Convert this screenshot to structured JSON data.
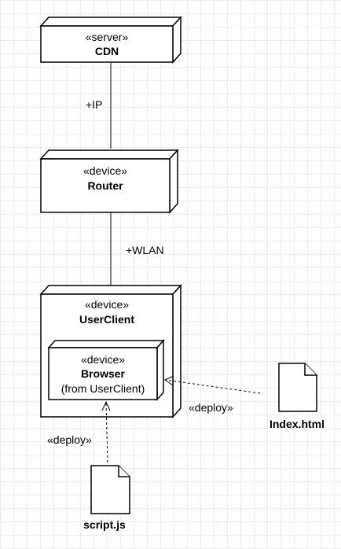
{
  "nodes": {
    "cdn": {
      "stereotype": "«server»",
      "name": "CDN"
    },
    "router": {
      "stereotype": "«device»",
      "name": "Router"
    },
    "userclient": {
      "stereotype": "«device»",
      "name": "UserClient"
    },
    "browser": {
      "stereotype": "«device»",
      "name": "Browser",
      "subtitle": "(from UserClient)"
    }
  },
  "artifacts": {
    "index": {
      "name": "Index.html"
    },
    "script": {
      "name": "script.js"
    }
  },
  "connectors": {
    "cdn_router": {
      "label": "+IP"
    },
    "router_userclient": {
      "label": "+WLAN"
    },
    "index_browser": {
      "label": "«deploy»"
    },
    "script_browser": {
      "label": "«deploy»"
    }
  }
}
